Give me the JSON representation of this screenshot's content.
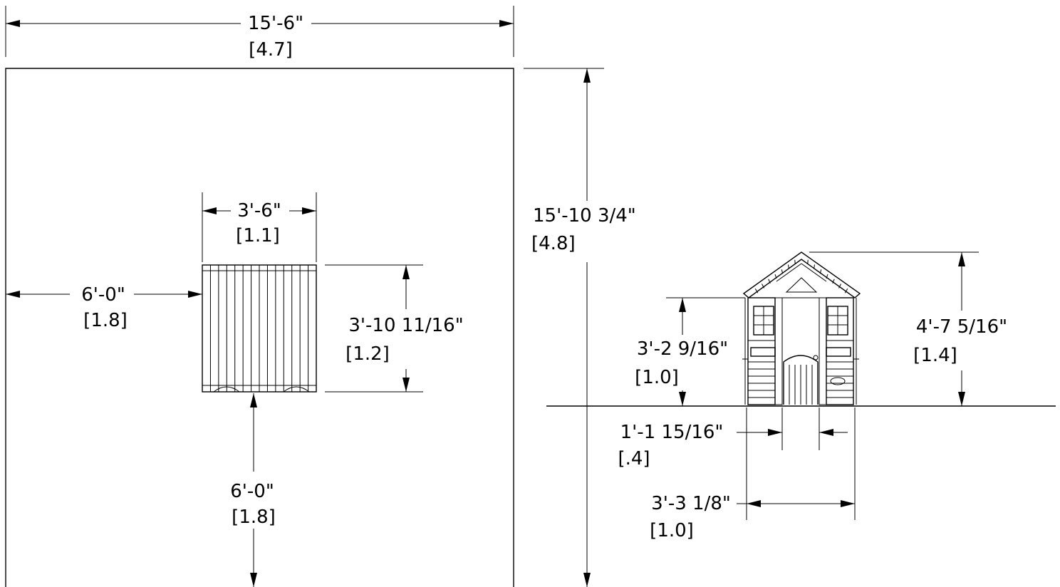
{
  "plan_view": {
    "overall_width": {
      "imperial": "15'-6\"",
      "metric": "[4.7]"
    },
    "unit_width": {
      "imperial": "3'-6\"",
      "metric": "[1.1]"
    },
    "unit_depth": {
      "imperial": "3'-10 11/16\"",
      "metric": "[1.2]"
    },
    "side_clearance": {
      "imperial": "6'-0\"",
      "metric": "[1.8]"
    },
    "front_clearance": {
      "imperial": "6'-0\"",
      "metric": "[1.8]"
    }
  },
  "overall_depth": {
    "imperial": "15'-10 3/4\"",
    "metric": "[4.8]"
  },
  "elevation_view": {
    "wall_height": {
      "imperial": "3'-2 9/16\"",
      "metric": "[1.0]"
    },
    "total_height": {
      "imperial": "4'-7 5/16\"",
      "metric": "[1.4]"
    },
    "door_width": {
      "imperial": "1'-1 15/16\"",
      "metric": "[.4]"
    },
    "base_width": {
      "imperial": "3'-3 1/8\"",
      "metric": "[1.0]"
    }
  }
}
